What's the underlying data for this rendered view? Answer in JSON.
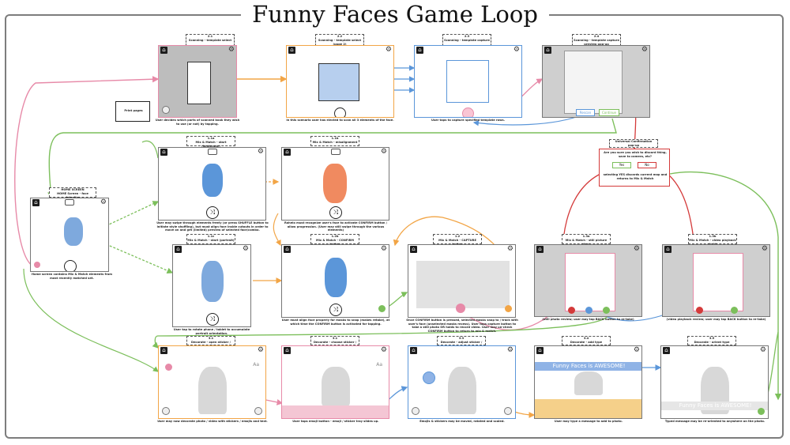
{
  "title": "Funny Faces Game Loop",
  "colors": {
    "pink": "#e78aa8",
    "orange": "#f2a546",
    "green": "#7cbf5b",
    "blue": "#5b96d9",
    "red": "#d43a3a",
    "gray": "#8a8a8a"
  },
  "print_pages": "Print pages",
  "confirm": {
    "title": "Universal Confirmation\npop-up",
    "question": "Are you sure you wish to discard thing, save to camera, etc?",
    "yes": "Yes",
    "no": "No",
    "note": "selecting YES discards current\nmap and returns to Mix & Match"
  },
  "home_label": "HOME SCREEN\nHOME Screen - face detection",
  "home_caption": "Home screen contains Mix & Match elements from most recently matched set.",
  "labels": {
    "s21": "2.1\nScanning - template select",
    "s22": "2.2\nScanning - template select\n(page 2)",
    "s23": "2.3\nScanning - template capture",
    "s24": "2.4\nScanning - template capture\npreview pop-up",
    "s1a": "1.1a\nMix & Match - start (landscape)",
    "s1b": "1.1b\nMix & Match - misalignment",
    "s1c": "1.1c\nMix & Match - start (portrait)",
    "s12b": "1.2b\nMix & Match - CONFIRM button",
    "s12": "1.2\nMix & Match - CAPTURE button",
    "s13a": "1.3a\nMix & Match - still picture (tap)\npreview pop-up",
    "s13b": "1.3b\nMix & Match - video playback (hold)\npreview pop-up",
    "s31": "3.1\nDecorate - open sticker / emoji tray",
    "s32": "3.1\nDecorate - choose sticker / emoji",
    "s33": "3.3\nDecorate - adjust sticker / emoji",
    "s34": "3.4\nDecorate - add type",
    "s35": "3.5\nDecorate - orient type"
  },
  "captions": {
    "s21": "User decides which parts of scanned book they wish to use (or not) by tapping.",
    "s22": "In this scenario user has elected to scan all 3 elements of the face.",
    "s23": "User taps to capture specified template rows.",
    "s1a": "User may swipe through elements freely (or press SHUFFLE button to initiate style shuffling), but must align face inside cutouts in order to move on and get (limited) preview of selected face/combo.",
    "s1b": "Rohelo must recognize user's face to activate CONFIRM button / allow progression. (User may still swipe through the various elements)",
    "s1c": "User tap to rotate phone / tablet to accumulate portrait orientation.",
    "s12b": "User must align face properly for masks to snap (makes retake), at which time the CONFIRM button is activated for tapping.",
    "s12": "Once CONFIRM button is pressed, selected masks snap to / track with user's face (unselected masks recess). User taps capture button to take a still photo OR holds to record video. User may un-check CONFIRM button to return to mix & match.",
    "s13a": "(still photo review; user may tap BACK button to re-take)",
    "s13b": "(video playback review; user may tap BACK button to re-take)",
    "s31": "User may now decorate photo / video with stickers / emojis and text.",
    "s32": "User taps emoji button - emoji / sticker tray slides up.",
    "s33": "Emojis & stickers may be moved, rotated and scaled.",
    "s34": "User may type a message to add to photo.",
    "s35": "Typed message may be re-oriented to anywhere on the photo."
  },
  "preview_buttons": {
    "rescan": "Rescan",
    "continue": "Continue"
  },
  "type_text": "Funny Faces is AWESOME!",
  "aa": "Aa",
  "icons": {
    "home": "home-icon",
    "gear": "gear-icon",
    "camera": "camera-icon",
    "shuffle": "shuffle-icon",
    "check": "checkmark-icon",
    "back": "back-icon"
  }
}
